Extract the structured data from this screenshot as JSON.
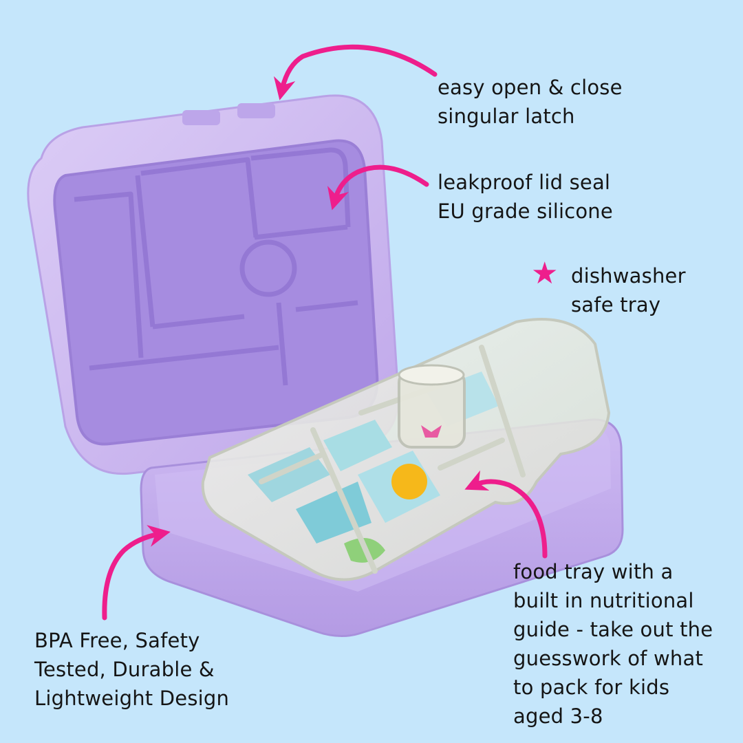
{
  "image": {
    "subject": "lunch-box",
    "colors": {
      "background": "#c5e6fb",
      "lid": "#c9b3ee",
      "lid_inner": "#a68ce0",
      "base": "#c7b2ef",
      "tray": "#e9ece4",
      "arrow": "#ee1e8c",
      "text": "#151515"
    }
  },
  "annotations": [
    {
      "id": "latch",
      "lines": [
        "easy open & close",
        "singular latch"
      ]
    },
    {
      "id": "seal",
      "lines": [
        "leakproof lid seal",
        "EU grade silicone"
      ]
    },
    {
      "id": "dishwasher",
      "icon": "star-icon",
      "lines": [
        "dishwasher",
        "safe tray"
      ]
    },
    {
      "id": "food-tray",
      "lines": [
        "food tray with a",
        "built in nutritional",
        "guide - take out the",
        "guesswork of what",
        "to pack for kids",
        "aged 3-8"
      ]
    },
    {
      "id": "bpa",
      "lines": [
        "BPA Free, Safety",
        "Tested, Durable &",
        "Lightweight Design"
      ]
    }
  ]
}
